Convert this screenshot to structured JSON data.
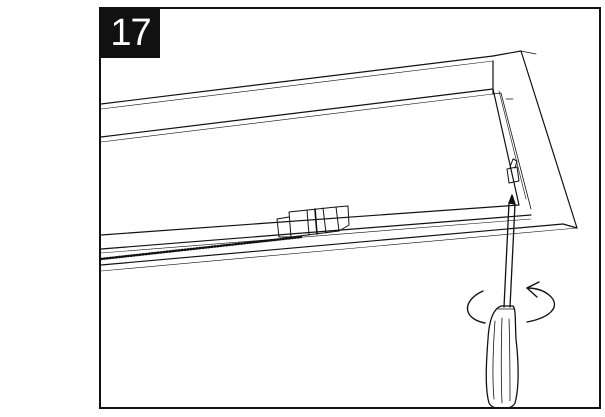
{
  "step": {
    "number": "17"
  },
  "illustration": {
    "subject": "screwdriver-tightening-screw-in-rail",
    "rotation": "clockwise",
    "colors": {
      "line": "#111111",
      "background": "#ffffff"
    }
  }
}
